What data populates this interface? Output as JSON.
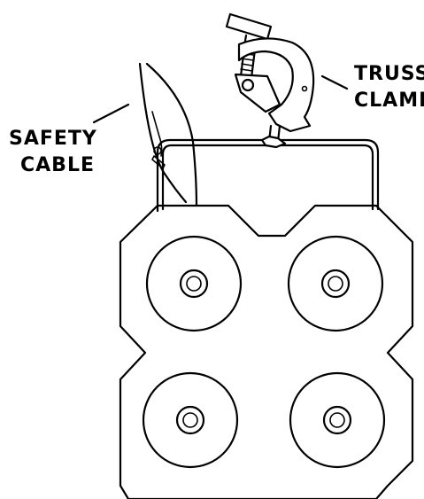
{
  "callouts": {
    "safety_cable": {
      "line1": "SAFETY",
      "line2": "CABLE"
    },
    "truss_clamp": {
      "line1": "TRUSS",
      "line2": "CLAMP"
    }
  },
  "colors": {
    "ink": "#000000",
    "background": "#ffffff"
  }
}
